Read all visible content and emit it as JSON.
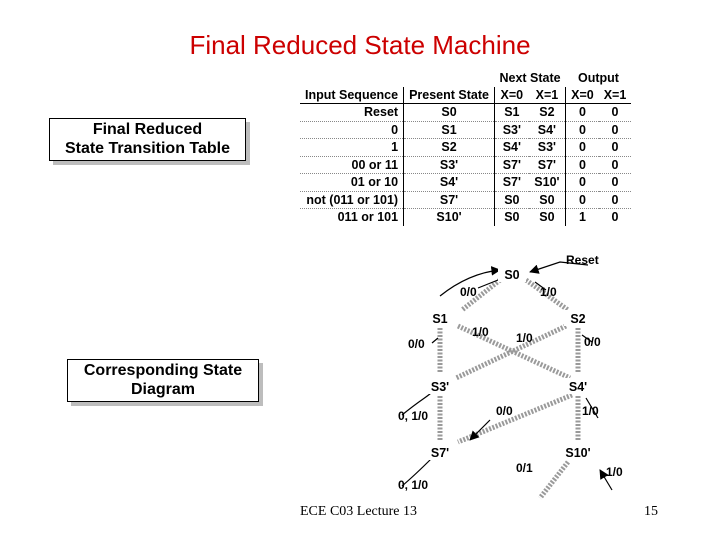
{
  "title": "Final Reduced State Machine",
  "callouts": {
    "table_label": [
      "Final Reduced",
      "State Transition Table"
    ],
    "diagram_label": [
      "Corresponding State",
      "Diagram"
    ]
  },
  "table": {
    "group_headers": {
      "next_state": "Next State",
      "output": "Output"
    },
    "headers": [
      "Input Sequence",
      "Present State",
      "X=0",
      "X=1",
      "X=0",
      "X=1"
    ],
    "rows": [
      [
        "Reset",
        "S0",
        "S1",
        "S2",
        "0",
        "0"
      ],
      [
        "0",
        "S1",
        "S3'",
        "S4'",
        "0",
        "0"
      ],
      [
        "1",
        "S2",
        "S4'",
        "S3'",
        "0",
        "0"
      ],
      [
        "00 or 11",
        "S3'",
        "S7'",
        "S7'",
        "0",
        "0"
      ],
      [
        "01 or 10",
        "S4'",
        "S7'",
        "S10'",
        "0",
        "0"
      ],
      [
        "not (011 or 101)",
        "S7'",
        "S0",
        "S0",
        "0",
        "0"
      ],
      [
        "011 or 101",
        "S10'",
        "S0",
        "S0",
        "1",
        "0"
      ]
    ]
  },
  "diagram": {
    "states": {
      "s0": "S0",
      "s1": "S1",
      "s2": "S2",
      "s3": "S3'",
      "s4": "S4'",
      "s7": "S7'",
      "s10": "S10'"
    },
    "labels": {
      "reset": "Reset",
      "s0_s1": "0/0",
      "s0_s2": "1/0",
      "s1_s3": "0/0",
      "s1_s4": "1/0",
      "s2_s3": "1/0",
      "s2_s4": "0/0",
      "s3_s7": "0, 1/0",
      "s4_s7": "0/0",
      "s4_s10": "1/0",
      "s7_s0": "0, 1/0",
      "s10_s0_a": "0/1",
      "s10_s0_b": "1/0"
    }
  },
  "footer": "ECE C03 Lecture 13",
  "page_number": "15"
}
